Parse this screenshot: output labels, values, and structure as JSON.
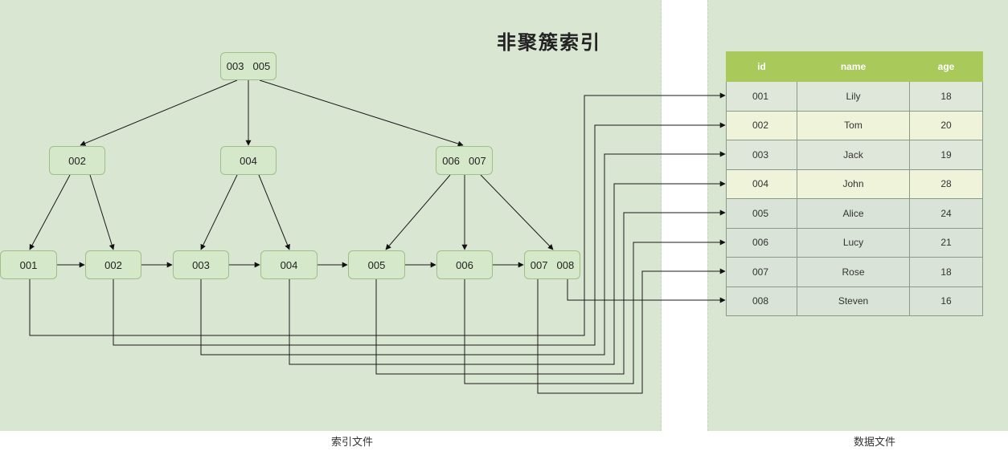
{
  "title": "非聚簇索引",
  "index_panel_label": "索引文件",
  "data_panel_label": "数据文件",
  "tree": {
    "root": {
      "keys": [
        "003",
        "005"
      ]
    },
    "internal": [
      {
        "keys": [
          "002"
        ]
      },
      {
        "keys": [
          "004"
        ]
      },
      {
        "keys": [
          "006",
          "007"
        ]
      }
    ],
    "leaves": [
      {
        "keys": [
          "001"
        ]
      },
      {
        "keys": [
          "002"
        ]
      },
      {
        "keys": [
          "003"
        ]
      },
      {
        "keys": [
          "004"
        ]
      },
      {
        "keys": [
          "005"
        ]
      },
      {
        "keys": [
          "006"
        ]
      },
      {
        "keys": [
          "007",
          "008"
        ]
      }
    ]
  },
  "table": {
    "headers": [
      "id",
      "name",
      "age"
    ],
    "header_color": "#a9c95a",
    "rows": [
      [
        "001",
        "Lily",
        "18"
      ],
      [
        "002",
        "Tom",
        "20"
      ],
      [
        "003",
        "Jack",
        "19"
      ],
      [
        "004",
        "John",
        "28"
      ],
      [
        "005",
        "Alice",
        "24"
      ],
      [
        "006",
        "Lucy",
        "21"
      ],
      [
        "007",
        "Rose",
        "18"
      ],
      [
        "008",
        "Steven",
        "16"
      ]
    ]
  }
}
